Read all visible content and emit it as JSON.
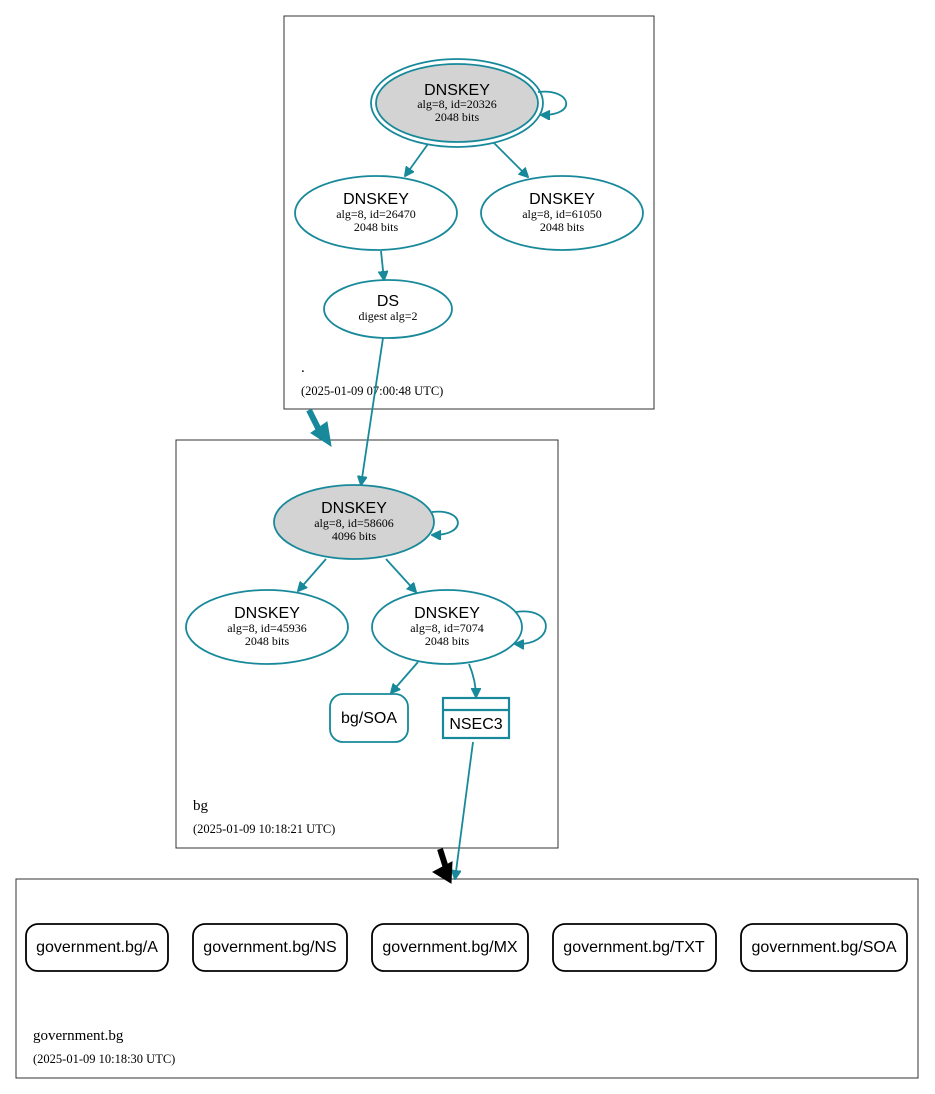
{
  "zones": {
    "root": {
      "name": ".",
      "timestamp": "(2025-01-09 07:00:48 UTC)"
    },
    "bg": {
      "name": "bg",
      "timestamp": "(2025-01-09 10:18:21 UTC)"
    },
    "government": {
      "name": "government.bg",
      "timestamp": "(2025-01-09 10:18:30 UTC)"
    }
  },
  "nodes": {
    "root_ksk": {
      "type": "DNSKEY",
      "line1": "alg=8, id=20326",
      "line2": "2048 bits"
    },
    "root_zsk1": {
      "type": "DNSKEY",
      "line1": "alg=8, id=26470",
      "line2": "2048 bits"
    },
    "root_zsk2": {
      "type": "DNSKEY",
      "line1": "alg=8, id=61050",
      "line2": "2048 bits"
    },
    "root_ds": {
      "type": "DS",
      "line1": "digest alg=2"
    },
    "bg_ksk": {
      "type": "DNSKEY",
      "line1": "alg=8, id=58606",
      "line2": "4096 bits"
    },
    "bg_key1": {
      "type": "DNSKEY",
      "line1": "alg=8, id=45936",
      "line2": "2048 bits"
    },
    "bg_key2": {
      "type": "DNSKEY",
      "line1": "alg=8, id=7074",
      "line2": "2048 bits"
    },
    "bg_soa": {
      "label": "bg/SOA"
    },
    "bg_nsec3": {
      "label": "NSEC3"
    }
  },
  "records": {
    "a": "government.bg/A",
    "ns": "government.bg/NS",
    "mx": "government.bg/MX",
    "txt": "government.bg/TXT",
    "soa": "government.bg/SOA"
  },
  "colors": {
    "edge": "#17899a",
    "ksk_fill": "#d3d3d3",
    "delegation_insecure": "#000000"
  }
}
